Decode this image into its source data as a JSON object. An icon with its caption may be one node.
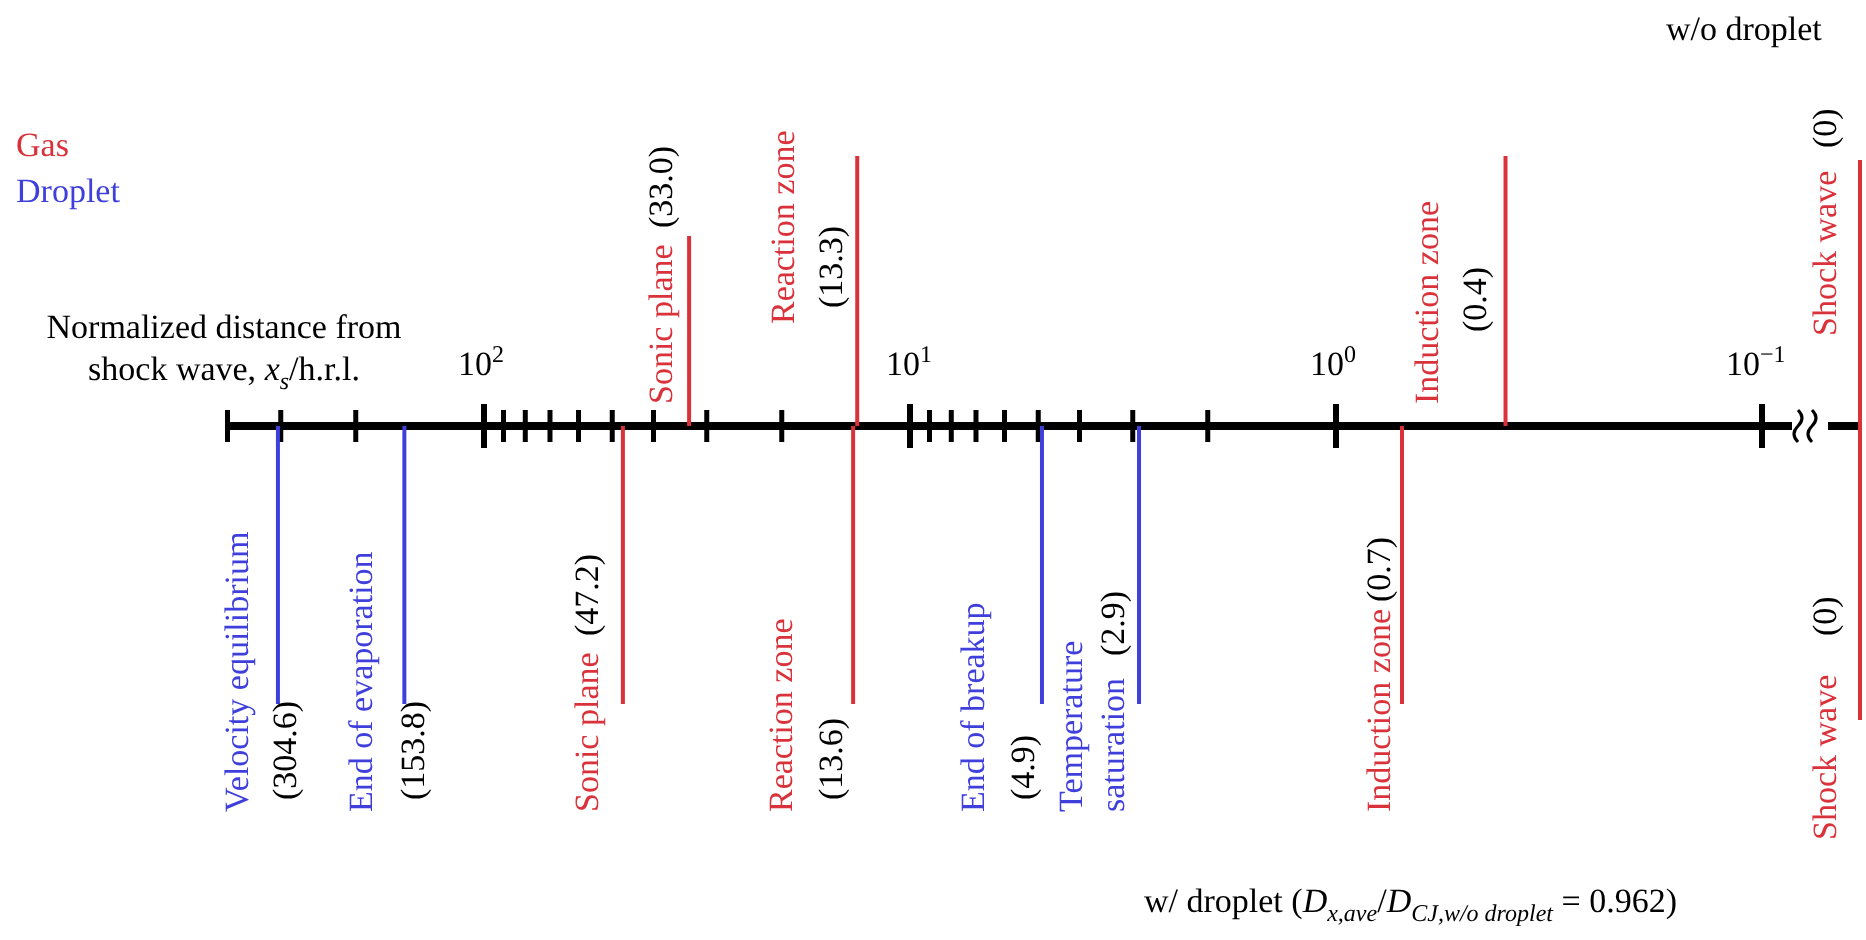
{
  "diagram": {
    "labels": [
      "w/o droplet",
      "Sonic plane",
      "(33.0)",
      "Reaction zone",
      "(13.3)",
      "Induction zone",
      "(0.4)",
      "Shock wave",
      "(0)",
      "Normalized distance from shock wave, *x*$_{s}$/h.r.l.",
      "10$^{2}$",
      "10$^{1}$",
      "10$^{0}$",
      "10$^{−1}$",
      "Velocity equilibrium",
      "(304.6)",
      "End of evaporation",
      "(153.8)",
      "Sonic plane",
      "(47.2)",
      "Reaction zone",
      "(13.6)",
      "End of breakup",
      "(4.9)",
      "Temperature saturation",
      "(2.9)",
      "Induction zone",
      "(0.7)",
      "Shock wave",
      "(0)",
      "w/ droplet (*D*$_{x,ave}$/*D*$_{CJ,w/o droplet}$ = 0.962)"
    ],
    "legend": [
      {
        "text": "Gas",
        "color": "#d9323a"
      },
      {
        "text": "Droplet",
        "color": "#3f3fdc"
      }
    ]
  }
}
